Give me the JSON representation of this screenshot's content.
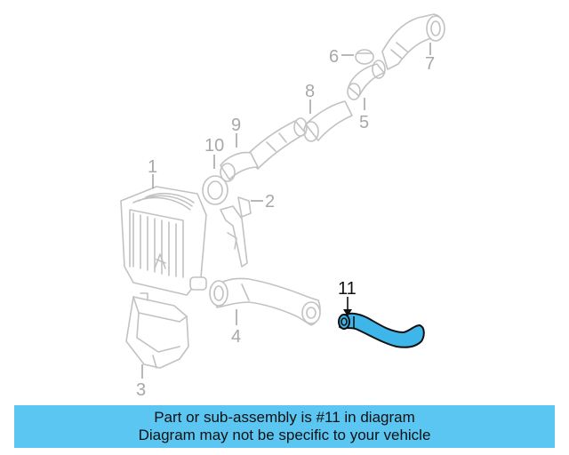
{
  "callouts": {
    "c1": "1",
    "c2": "2",
    "c3": "3",
    "c4": "4",
    "c5": "5",
    "c6": "6",
    "c7": "7",
    "c8": "8",
    "c9": "9",
    "c10": "10",
    "c11": "11"
  },
  "caption": {
    "line1": "Part or sub-assembly is #11 in diagram",
    "line2": "Diagram may not be specific to your vehicle"
  },
  "colors": {
    "highlight_part": "#3fb6ea",
    "caption_background": "#5bc6f2",
    "faded_part": "#c2c2c2"
  }
}
